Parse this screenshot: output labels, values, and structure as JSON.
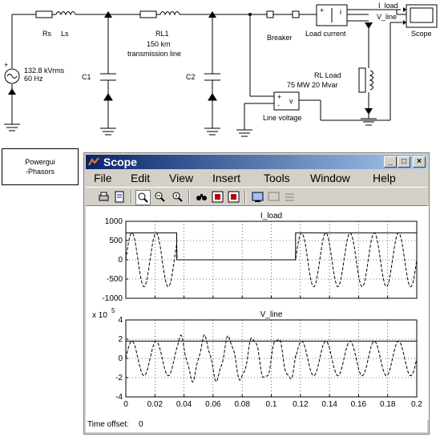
{
  "diagram": {
    "source_label_1": "132.8 kVrms",
    "source_label_2": "60 Hz",
    "rs_label": "Rs",
    "ls_label": "Ls",
    "c1_label": "C1",
    "rl1_label": "RL1",
    "line_label_1": "150 km",
    "line_label_2": "transmission line",
    "c2_label": "C2",
    "breaker_label": "Breaker",
    "load_current_label": "Load current",
    "load_label_1": "RL Load",
    "load_label_2": "75 MW 20 Mvar",
    "line_voltage_label": "Line voltage",
    "vm_symbol": "v",
    "signal_i_load": "I_load",
    "signal_v_line": "V_line",
    "scope_label": "Scope"
  },
  "powergui": {
    "line1": "Powergui",
    "line2": "-Phasors"
  },
  "scope_window": {
    "title": "Scope",
    "menu": [
      "File",
      "Edit",
      "View",
      "Insert",
      "Tools",
      "Window",
      "Help"
    ],
    "toolbar_icons": [
      "print-icon",
      "print-preview-icon",
      "zoom-icon",
      "zoom-x-icon",
      "zoom-y-icon",
      "autoscale-icon",
      "save-axes-icon",
      "restore-axes-icon",
      "parameters-icon",
      "floating-scope-icon",
      "signal-selection-icon"
    ],
    "status_label": "Time offset:",
    "status_value": "0"
  },
  "chart_data": [
    {
      "type": "line",
      "title": "I_load",
      "xlim": [
        0,
        0.2
      ],
      "ylim": [
        -1000,
        1000
      ],
      "yticks": [
        -1000,
        -500,
        0,
        500,
        1000
      ],
      "xticks": [
        0,
        0.02,
        0.04,
        0.06,
        0.08,
        0.1,
        0.12,
        0.14,
        0.16,
        0.18,
        0.2
      ],
      "grid": true,
      "series": [
        {
          "style": "solid",
          "points": [
            [
              0,
              700
            ],
            [
              0.035,
              700
            ],
            [
              0.035,
              0
            ],
            [
              0.1167,
              0
            ],
            [
              0.1167,
              700
            ],
            [
              0.2,
              700
            ]
          ]
        },
        {
          "style": "dashed",
          "amplitude": 700,
          "frequency_hz": 60,
          "on_until": 0.035,
          "on_from": 0.1167
        }
      ]
    },
    {
      "type": "line",
      "title": "V_line",
      "ylabel_exponent": "x 10^5",
      "xlim": [
        0,
        0.2
      ],
      "ylim": [
        -4,
        4
      ],
      "yticks": [
        -4,
        -2,
        0,
        2,
        4
      ],
      "xticks": [
        "0",
        "0.02",
        "0.04",
        "0.06",
        "0.08",
        "0.1",
        "0.12",
        "0.14",
        "0.16",
        "0.18",
        "0.2"
      ],
      "grid": true,
      "series": [
        {
          "style": "solid",
          "points": [
            [
              0,
              1.8
            ],
            [
              0.2,
              1.8
            ]
          ]
        },
        {
          "style": "dashed",
          "amplitude": 1.8,
          "frequency_hz": 60
        }
      ]
    }
  ]
}
